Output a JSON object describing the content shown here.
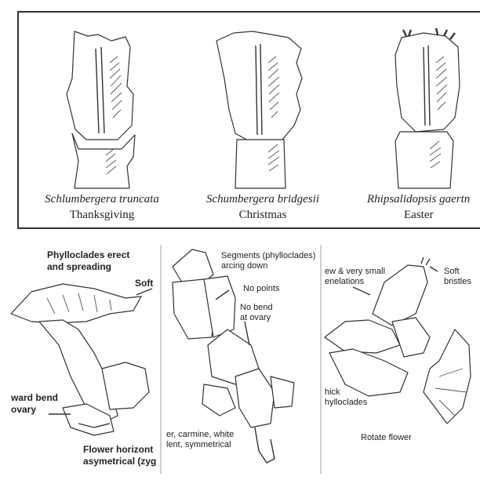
{
  "top_panel": {
    "species": [
      {
        "name": "Schlumbergera truncata",
        "common": "Thanksgiving"
      },
      {
        "name": "Schumbergera bridgesii",
        "common": "Christmas"
      },
      {
        "name": "Rhipsalidopsis gaertn",
        "common": "Easter"
      }
    ]
  },
  "bottom_panels": {
    "left": {
      "label_phylloclades": "Phylloclades erect\nand spreading",
      "label_soft": "Soft",
      "label_bend": "ward bend\novary",
      "label_flower": "Flower horizont\nasymetrical (zyg"
    },
    "middle": {
      "label_segments": "Segments (phylloclades)\narcing down",
      "label_points": "No points",
      "label_nobend": "No bend\nat ovary",
      "label_color": "er, carmine, white\nlent, symmetrical"
    },
    "right": {
      "label_crenelations": "ew & very small\nenelations",
      "label_soft": "Soft\nbristles",
      "label_thick": "hick\nhylloclades",
      "label_rotate": "Rotate flower"
    }
  }
}
